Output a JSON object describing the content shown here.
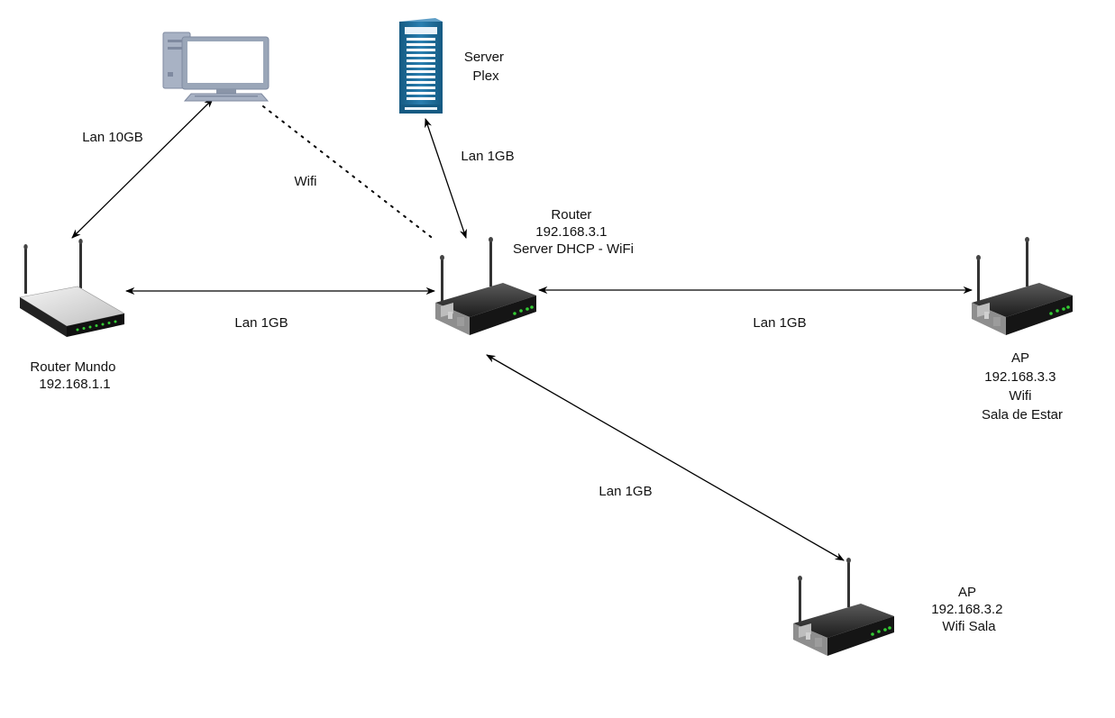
{
  "nodes": {
    "computer": {
      "icon": "desktop-computer-icon"
    },
    "server": {
      "icon": "server-tower-icon",
      "label_lines": [
        "Server",
        "Plex"
      ]
    },
    "router_mundo": {
      "icon": "wireless-router-icon",
      "label_lines": [
        "Router Mundo",
        "192.168.1.1"
      ]
    },
    "router_main": {
      "icon": "wireless-router-icon",
      "label_lines": [
        "Router",
        "192.168.3.1",
        "Server DHCP - WiFi"
      ]
    },
    "ap_sala_estar": {
      "icon": "wireless-router-icon",
      "label_lines": [
        "AP",
        "192.168.3.3",
        "Wifi",
        "Sala de Estar"
      ]
    },
    "ap_sala": {
      "icon": "wireless-router-icon",
      "label_lines": [
        "AP",
        "192.168.3.2",
        "Wifi Sala"
      ]
    }
  },
  "links": {
    "pc_to_router_mundo": {
      "label": "Lan 10GB",
      "style": "solid"
    },
    "pc_to_router_wifi": {
      "label": "Wifi",
      "style": "dotted"
    },
    "server_to_router": {
      "label": "Lan 1GB",
      "style": "solid"
    },
    "router_mundo_to_router": {
      "label": "Lan 1GB",
      "style": "solid"
    },
    "router_to_ap_estar": {
      "label": "Lan 1GB",
      "style": "solid"
    },
    "router_to_ap_sala": {
      "label": "Lan 1GB",
      "style": "solid"
    }
  },
  "colors": {
    "line": "#000000",
    "server": "#1b6a96",
    "computer": "#9aa6b8",
    "router_dark": "#2b2b2b",
    "router_light": "#dcdcdc",
    "led": "#33cc33"
  }
}
